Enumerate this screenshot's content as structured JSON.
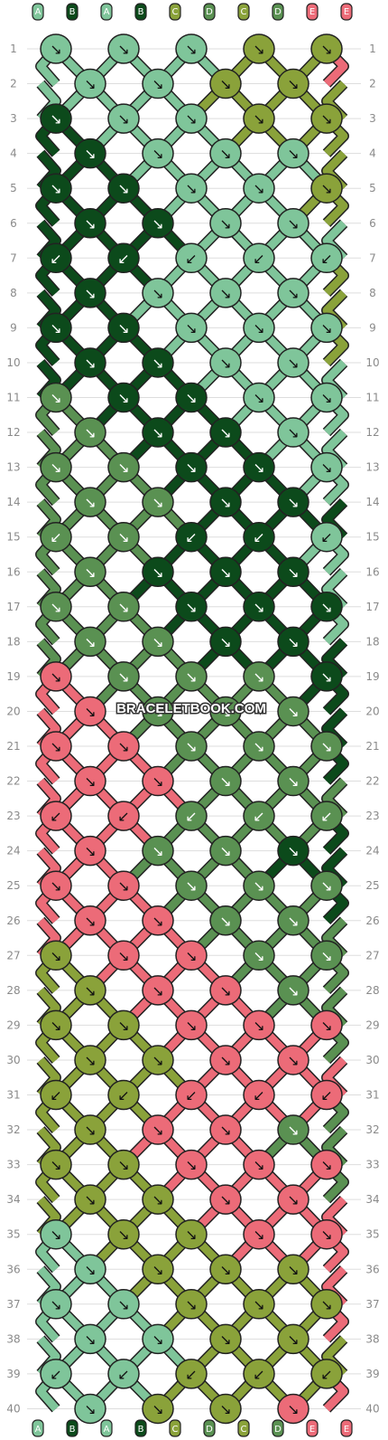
{
  "watermark": "BRACELETBOOK.COM",
  "strands": {
    "top": [
      "A",
      "B",
      "A",
      "B",
      "C",
      "D",
      "C",
      "D",
      "E",
      "E"
    ],
    "bottom": [
      "A",
      "B",
      "A",
      "B",
      "C",
      "D",
      "C",
      "D",
      "E",
      "E"
    ]
  },
  "row_numbers": [
    "1",
    "2",
    "3",
    "4",
    "5",
    "6",
    "7",
    "8",
    "9",
    "10",
    "11",
    "12",
    "13",
    "14",
    "15",
    "16",
    "17",
    "18",
    "19",
    "20",
    "21",
    "22",
    "23",
    "24",
    "25",
    "26",
    "27",
    "28",
    "29",
    "30",
    "31",
    "32",
    "33",
    "34",
    "35",
    "36",
    "37",
    "38",
    "39",
    "40"
  ],
  "colors": {
    "A": "#7fc59a",
    "B": "#0c4a1b",
    "C": "#8aa23a",
    "D": "#5a9152",
    "E": "#ec6b78",
    "outline": "#222222",
    "grid": "#dddddd",
    "number": "#8a8a8a"
  },
  "knots": [
    [
      "A",
      "A",
      "A",
      "C",
      "C",
      "E"
    ],
    [
      "A",
      "A",
      "C",
      "C",
      "C"
    ],
    [
      "B",
      "A",
      "A",
      "C",
      "C",
      "C"
    ],
    [
      "B",
      "A",
      "A",
      "A",
      "C"
    ],
    [
      "B",
      "B",
      "A",
      "A",
      "C",
      "C"
    ],
    [
      "B",
      "B",
      "A",
      "A",
      "A"
    ],
    [
      "B",
      "B",
      "A",
      "A",
      "A",
      "C"
    ],
    [
      "B",
      "A",
      "A",
      "A",
      "C"
    ],
    [
      "B",
      "B",
      "A",
      "A",
      "A",
      "C"
    ],
    [
      "B",
      "B",
      "A",
      "A",
      "A"
    ],
    [
      "D",
      "B",
      "B",
      "A",
      "A",
      "A"
    ],
    [
      "D",
      "B",
      "B",
      "A",
      "A"
    ],
    [
      "D",
      "D",
      "B",
      "B",
      "A",
      "A"
    ],
    [
      "D",
      "D",
      "B",
      "B",
      "B"
    ],
    [
      "D",
      "D",
      "B",
      "B",
      "A",
      "A"
    ],
    [
      "D",
      "B",
      "B",
      "B",
      "A"
    ],
    [
      "D",
      "D",
      "B",
      "B",
      "B",
      "A"
    ],
    [
      "D",
      "D",
      "B",
      "B",
      "B"
    ],
    [
      "E",
      "D",
      "D",
      "D",
      "B",
      "B"
    ],
    [
      "E",
      "D",
      "D",
      "D",
      "B"
    ],
    [
      "E",
      "E",
      "D",
      "D",
      "D",
      "B"
    ],
    [
      "E",
      "E",
      "D",
      "D",
      "D"
    ],
    [
      "E",
      "E",
      "D",
      "D",
      "D",
      "B"
    ],
    [
      "E",
      "D",
      "D",
      "B",
      "B"
    ],
    [
      "E",
      "E",
      "D",
      "D",
      "D",
      "B"
    ],
    [
      "E",
      "E",
      "D",
      "D",
      "D"
    ],
    [
      "C",
      "E",
      "E",
      "D",
      "D",
      "D"
    ],
    [
      "C",
      "E",
      "E",
      "D",
      "D"
    ],
    [
      "C",
      "C",
      "E",
      "E",
      "E",
      "D"
    ],
    [
      "C",
      "C",
      "E",
      "E",
      "E"
    ],
    [
      "C",
      "C",
      "E",
      "E",
      "E",
      "D"
    ],
    [
      "C",
      "E",
      "E",
      "D",
      "D"
    ],
    [
      "C",
      "C",
      "E",
      "E",
      "E",
      "D"
    ],
    [
      "C",
      "C",
      "E",
      "E",
      "E"
    ],
    [
      "A",
      "C",
      "C",
      "E",
      "E",
      "E"
    ],
    [
      "A",
      "C",
      "C",
      "C",
      "E"
    ],
    [
      "A",
      "A",
      "C",
      "C",
      "C",
      "E"
    ],
    [
      "A",
      "A",
      "C",
      "C",
      "C"
    ],
    [
      "A",
      "A",
      "C",
      "C",
      "C",
      "E"
    ],
    [
      "A",
      "C",
      "C",
      "E",
      "E"
    ]
  ],
  "arrows": [
    [
      "↘",
      "↘",
      "↘",
      "↘",
      "↘",
      "↙"
    ],
    [
      "↘",
      "↘",
      "↘",
      "↘",
      "↘"
    ],
    [
      "↘",
      "↘",
      "↘",
      "↘",
      "↘",
      "↘"
    ],
    [
      "↘",
      "↘",
      "↘",
      "↘",
      "↘"
    ],
    [
      "↘",
      "↘",
      "↘",
      "↘",
      "↘",
      "↘"
    ],
    [
      "↘",
      "↘",
      "↘",
      "↘",
      "↘"
    ],
    [
      "↙",
      "↙",
      "↙",
      "↙",
      "↙",
      "↙"
    ],
    [
      "↘",
      "↘",
      "↘",
      "↘",
      "↘"
    ],
    [
      "↘",
      "↘",
      "↘",
      "↘",
      "↘",
      "↘"
    ],
    [
      "↘",
      "↘",
      "↘",
      "↘",
      "↘"
    ],
    [
      "↘",
      "↘",
      "↘",
      "↘",
      "↘",
      "↘"
    ],
    [
      "↘",
      "↘",
      "↘",
      "↘",
      "↘"
    ],
    [
      "↘",
      "↘",
      "↘",
      "↘",
      "↘",
      "↘"
    ],
    [
      "↘",
      "↘",
      "↘",
      "↘",
      "↘"
    ],
    [
      "↙",
      "↘",
      "↙",
      "↙",
      "↙",
      "↙"
    ],
    [
      "↘",
      "↘",
      "↘",
      "↘",
      "↘"
    ],
    [
      "↘",
      "↘",
      "↘",
      "↘",
      "↘",
      "↘"
    ],
    [
      "↘",
      "↘",
      "↘",
      "↘",
      "↘"
    ],
    [
      "↘",
      "↘",
      "↘",
      "↘",
      "↘",
      "↘"
    ],
    [
      "↘",
      "↘",
      "↘",
      "↘",
      "↘"
    ],
    [
      "↘",
      "↘",
      "↘",
      "↘",
      "↘",
      "↘"
    ],
    [
      "↘",
      "↘",
      "↘",
      "↘",
      "↘"
    ],
    [
      "↙",
      "↙",
      "↙",
      "↙",
      "↙",
      "↙"
    ],
    [
      "↘",
      "↘",
      "↘",
      "↘",
      "↘"
    ],
    [
      "↘",
      "↘",
      "↘",
      "↘",
      "↘",
      "↘"
    ],
    [
      "↘",
      "↘",
      "↘",
      "↘",
      "↘"
    ],
    [
      "↘",
      "↘",
      "↘",
      "↘",
      "↘",
      "↘"
    ],
    [
      "↘",
      "↘",
      "↘",
      "↘",
      "↘"
    ],
    [
      "↘",
      "↘",
      "↘",
      "↘",
      "↘",
      "↘"
    ],
    [
      "↘",
      "↘",
      "↘",
      "↘",
      "↘"
    ],
    [
      "↙",
      "↙",
      "↙",
      "↙",
      "↙",
      "↙"
    ],
    [
      "↘",
      "↘",
      "↘",
      "↘",
      "↘"
    ],
    [
      "↘",
      "↘",
      "↘",
      "↘",
      "↘",
      "↘"
    ],
    [
      "↘",
      "↘",
      "↘",
      "↘",
      "↘"
    ],
    [
      "↘",
      "↘",
      "↘",
      "↘",
      "↘",
      "↘"
    ],
    [
      "↘",
      "↘",
      "↘",
      "↘",
      "↘"
    ],
    [
      "↘",
      "↘",
      "↘",
      "↘",
      "↘",
      "↘"
    ],
    [
      "↘",
      "↘",
      "↘",
      "↘",
      "↘"
    ],
    [
      "↙",
      "↙",
      "↙",
      "↙",
      "↙",
      "↙"
    ],
    [
      "↘",
      "↘",
      "↘",
      "↘",
      "↘"
    ]
  ]
}
